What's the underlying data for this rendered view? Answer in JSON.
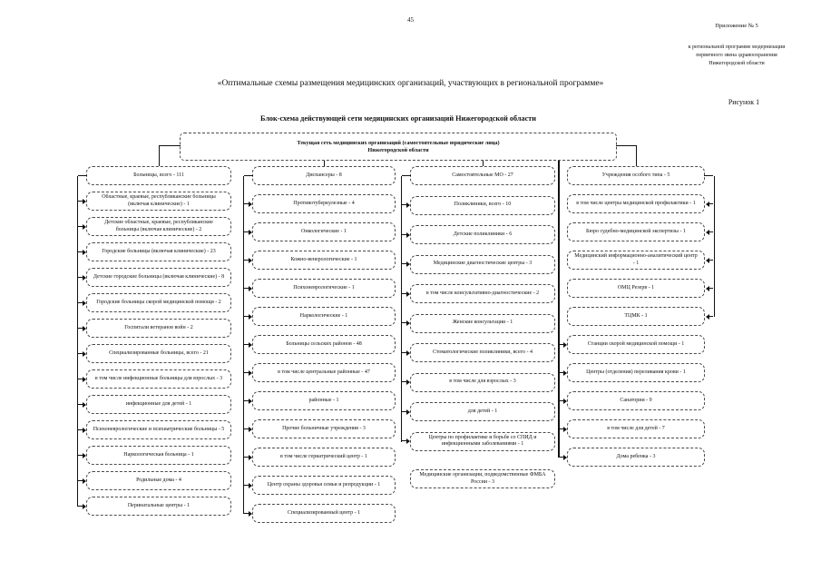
{
  "page": {
    "page_number": "45",
    "appendix": "Приложение № 5",
    "appendix_sub": [
      "к региональной программе модернизации",
      "первичного звена здравоохранения",
      "Нижегородской области"
    ],
    "title": "«Оптимальные схемы размещения медицинских организаций, участвующих в региональной программе»",
    "figure_label": "Рисунок 1"
  },
  "diagram": {
    "title": "Блок-схема действующей сети медицинских организаций Нижегородской области",
    "root": {
      "line1": "Текущая сеть медицинских организаций (самостоятельные юридические лица)",
      "line2": "Нижегородской области"
    },
    "columns": [
      {
        "id": "hospitals",
        "header": "Больницы, всего - 111",
        "items": [
          {
            "label": "Областные, краевые, республиканские больницы (включая клинические) - 1"
          },
          {
            "label": "Детские областные, краевые, республиканские больницы (включая клинические) - 2"
          },
          {
            "label": "Городские больницы (включая клинические) - 23"
          },
          {
            "label": "Детские городские больницы (включая клинические) - 8"
          },
          {
            "label": "Городские больницы скорой медицинской помощи - 2"
          },
          {
            "label": "Госпитали ветеранов войн - 2"
          },
          {
            "label": "Специализированные больницы, всего - 21"
          },
          {
            "label": "в том числе инфекционные больницы для взрослых - 3"
          },
          {
            "label": "инфекционные для детей - 1"
          },
          {
            "label": "Психоневрологические и психиатрические больницы - 5"
          },
          {
            "label": "Наркологическая больница - 1"
          },
          {
            "label": "Родильные дома - 4"
          },
          {
            "label": "Перинатальные центры - 1"
          }
        ]
      },
      {
        "id": "dispensaries",
        "header": "Диспансеры - 8",
        "items": [
          {
            "label": "Противотуберкулезные - 4"
          },
          {
            "label": "Онкологические - 1"
          },
          {
            "label": "Кожно-венерологические - 1"
          },
          {
            "label": "Психоневрологические - 1"
          },
          {
            "label": "Наркологические - 1"
          },
          {
            "label": "Больницы сельских районов - 48"
          },
          {
            "label": "в том числе центральные районные - 47"
          },
          {
            "label": "районные - 1"
          },
          {
            "label": "Прочие больничные учреждения - 3"
          },
          {
            "label": "в том числе гериатрический центр - 1"
          },
          {
            "label": "Центр охраны здоровья семьи и репродукции - 1"
          },
          {
            "label": "Специализированный центр - 1"
          }
        ]
      },
      {
        "id": "independent-mo",
        "header": "Самостоятельные МО - 27",
        "items": [
          {
            "label": "Поликлиники, всего - 10"
          },
          {
            "label": "Детские поликлиники - 6"
          },
          {
            "label": "Медицинские диагностические центры - 3"
          },
          {
            "label": "в том числе консультативно-диагностические - 2"
          },
          {
            "label": "Женские консультации - 1"
          },
          {
            "label": "Стоматологические поликлиники, всего - 4"
          },
          {
            "label": "в том числе для взрослых - 3"
          },
          {
            "label": "для детей - 1"
          },
          {
            "label": "Центры по профилактике и борьбе со СПИД и инфекционными заболеваниями - 1"
          },
          {
            "label": "Медицинские организации, подведомственные ФМБА России - 3",
            "standalone": true
          }
        ]
      },
      {
        "id": "special-type",
        "header": "Учреждения особого типа - 5",
        "items": [
          {
            "label": "в том числе центры медицинской профилактики - 1"
          },
          {
            "label": "Бюро судебно-медицинской экспертизы - 1"
          },
          {
            "label": "Медицинский информационно-аналитический центр - 1"
          },
          {
            "label": "ОМЦ Резерв - 1"
          },
          {
            "label": "ТЦМК - 1"
          },
          {
            "label": "Станции скорой медицинской помощи - 1"
          },
          {
            "label": "Центры (отделения) переливания крови - 1"
          },
          {
            "label": "Санатории - 9"
          },
          {
            "label": "в том числе для детей - 7"
          },
          {
            "label": "Дома ребенка - 3"
          }
        ]
      }
    ]
  }
}
